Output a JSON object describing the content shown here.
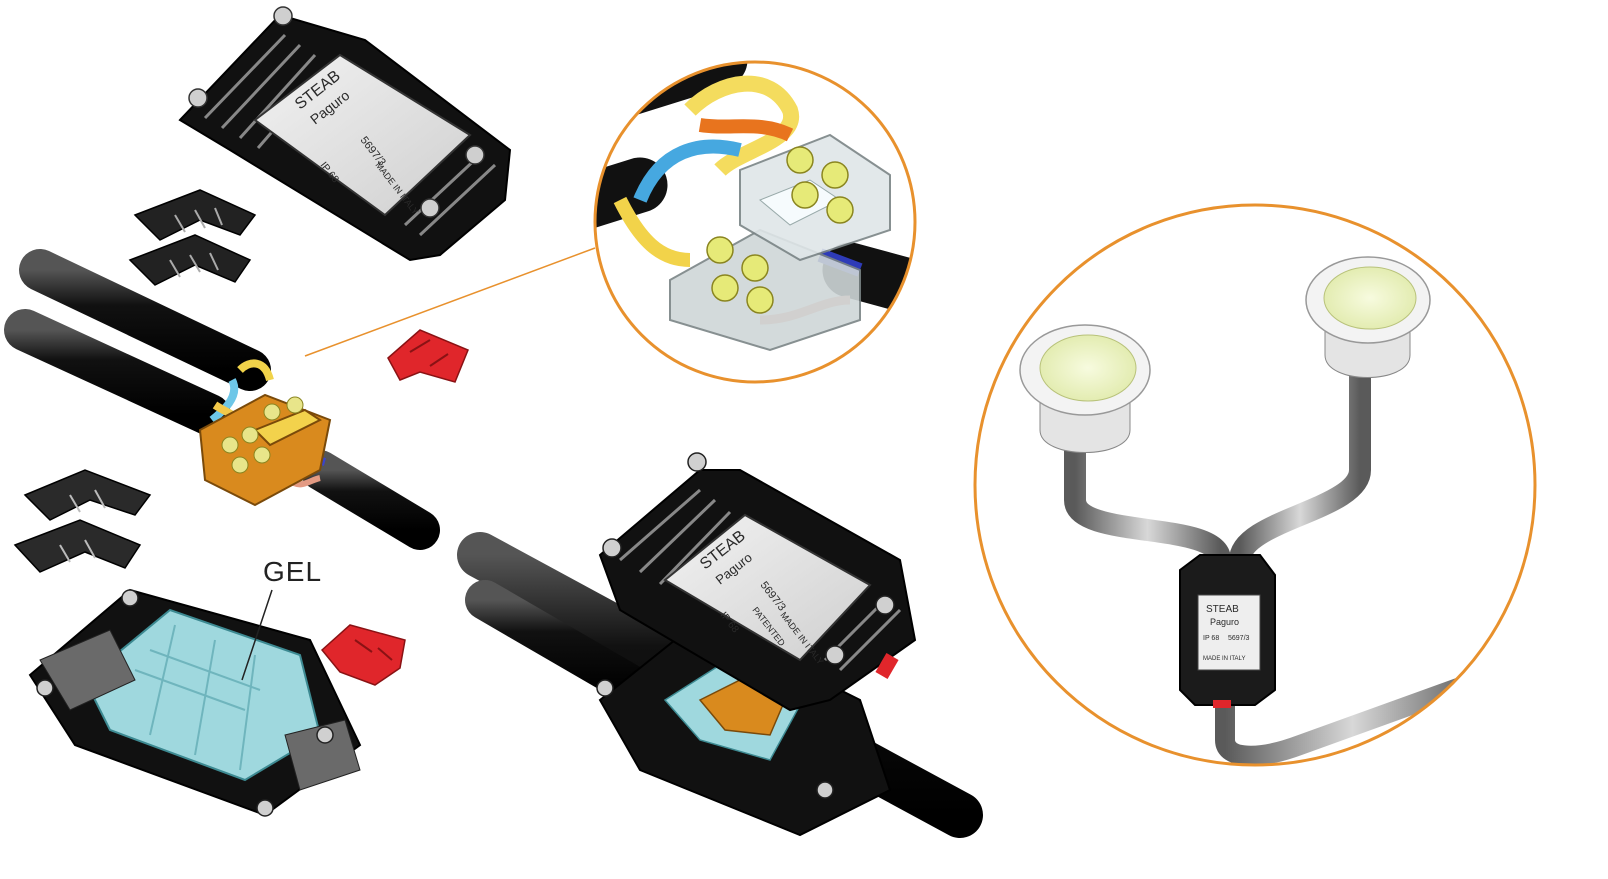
{
  "labels": {
    "gel": "GEL"
  },
  "lid": {
    "brand": "STEAB",
    "product": "Paguro",
    "product_mark": "®",
    "code": "5697/3",
    "rating": "IP 68",
    "patent": "PATENTED",
    "origin": "MADE IN ITALY"
  },
  "small_lid": {
    "brand": "STEAB",
    "product": "Paguro",
    "code": "5697/3",
    "rating": "IP 68",
    "origin": "MADE IN ITALY"
  },
  "colors": {
    "callout_ring": "#e8912d",
    "cable": "#1a1a1a",
    "terminal_block": "#d98a1e",
    "gel": "#9fd8de",
    "clip_red": "#e0262b",
    "lamp_lens": "#eef4c8"
  }
}
